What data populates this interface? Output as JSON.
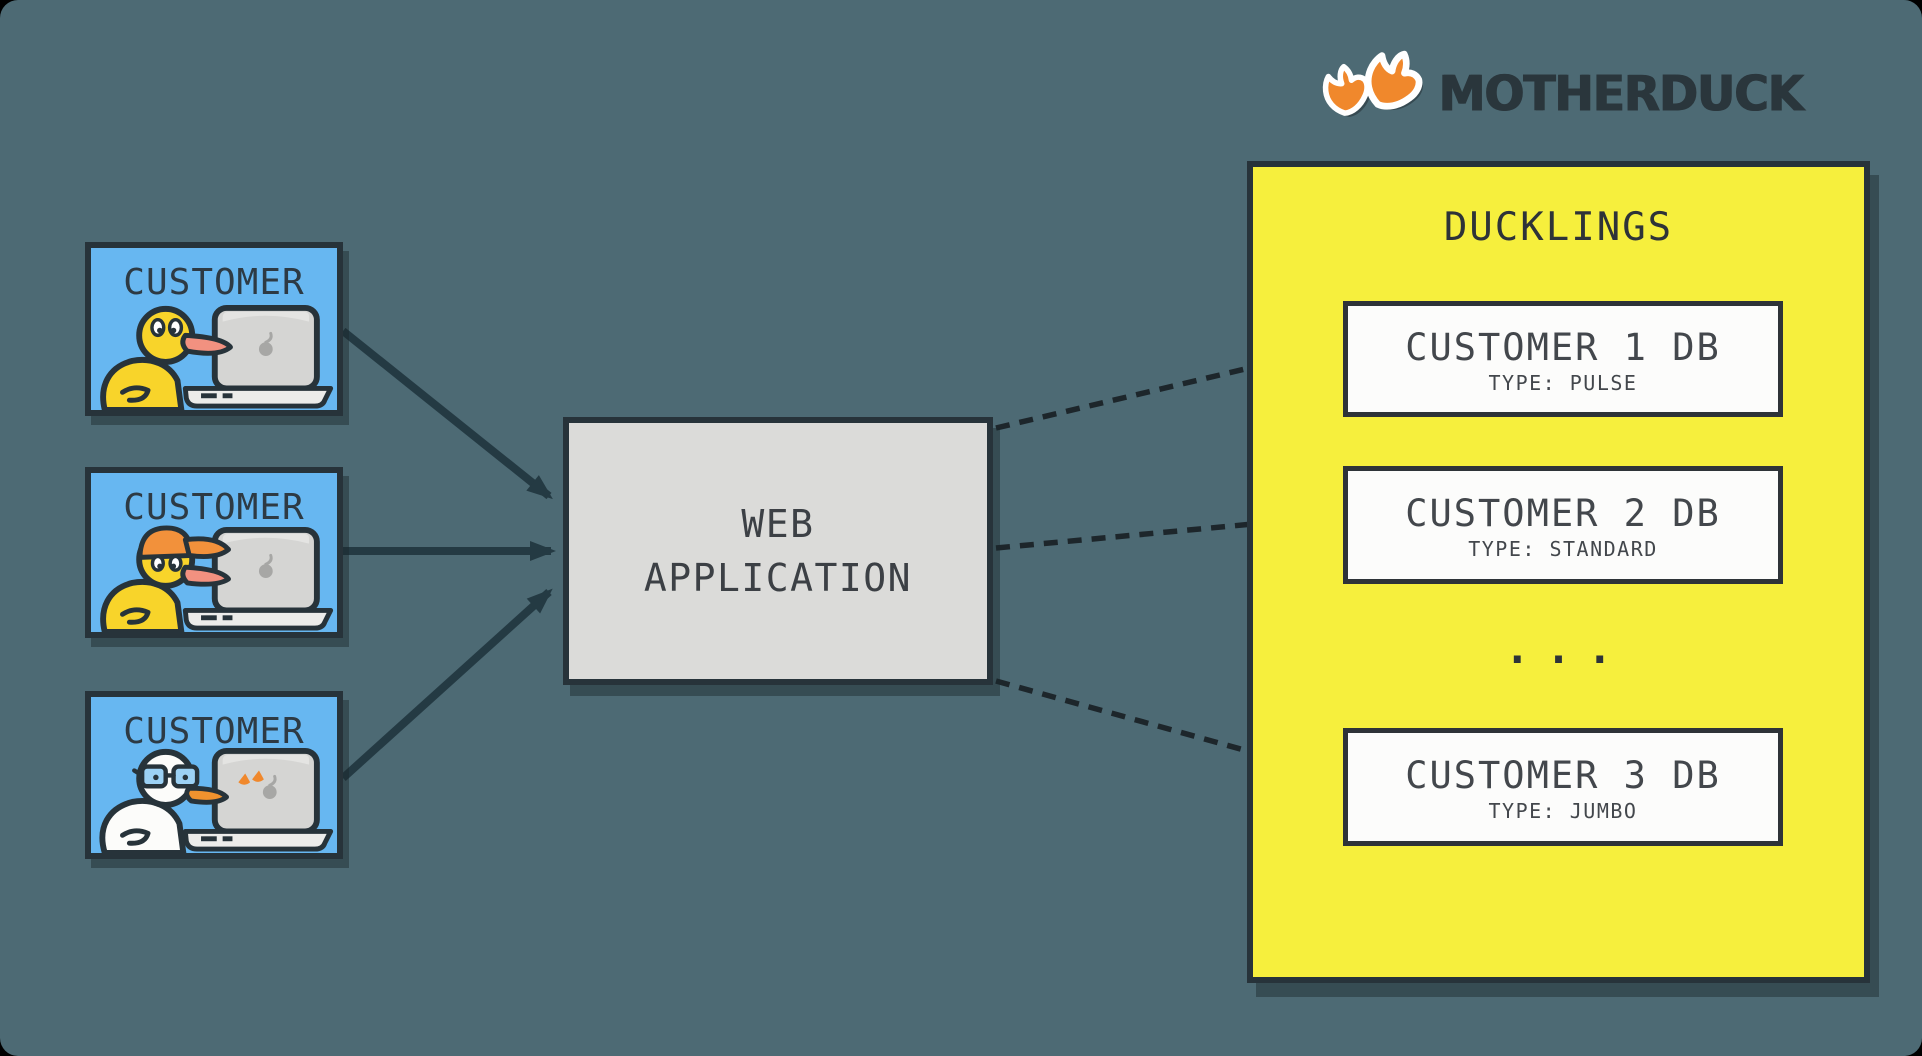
{
  "colors": {
    "background": "#4D6A74",
    "ink": "#27333A",
    "panel_yellow": "#F6EF3D",
    "customer_blue": "#67B7F1",
    "app_gray": "#DBDBD9",
    "card_white": "#FCFCFB",
    "accent_orange": "#F0882C"
  },
  "logo": {
    "wordmark": "MOTHERDUCK",
    "icon": "duck-feet"
  },
  "customers": [
    {
      "label": "CUSTOMER",
      "illustration": "yellow-duck-with-laptop"
    },
    {
      "label": "CUSTOMER",
      "illustration": "duck-with-cap-and-laptop"
    },
    {
      "label": "CUSTOMER",
      "illustration": "goose-with-glasses-and-laptop"
    }
  ],
  "web_app": {
    "line1": "WEB",
    "line2": "APPLICATION"
  },
  "ducklings": {
    "title": "DUCKLINGS",
    "ellipsis": "...",
    "databases": [
      {
        "name": "CUSTOMER 1 DB",
        "type": "TYPE: PULSE"
      },
      {
        "name": "CUSTOMER 2 DB",
        "type": "TYPE: STANDARD"
      },
      {
        "name": "CUSTOMER 3 DB",
        "type": "TYPE: JUMBO"
      }
    ]
  }
}
